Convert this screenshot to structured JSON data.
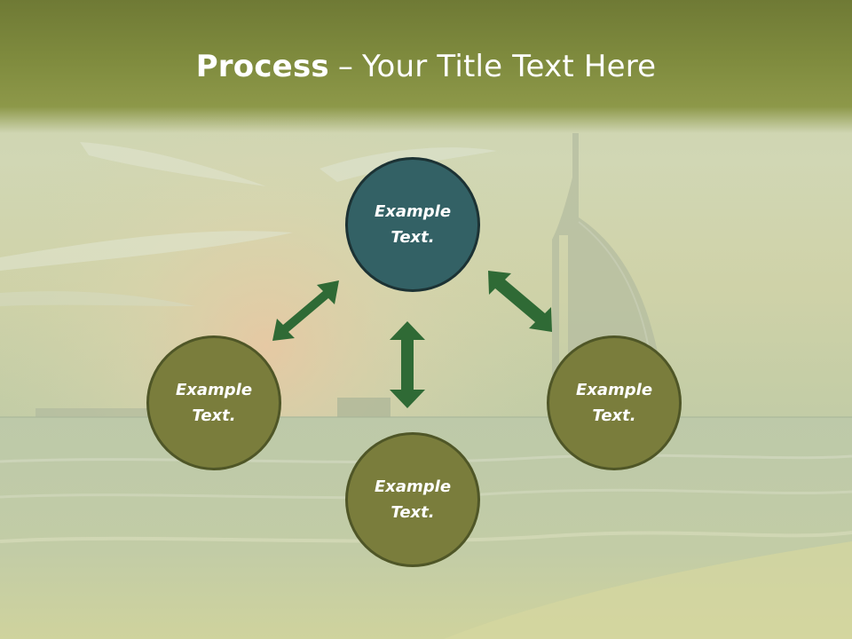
{
  "title": {
    "bold": "Process",
    "dash": "–",
    "rest": "Your Title Text Here"
  },
  "nodes": {
    "top": "Example\nText.",
    "left": "Example\nText.",
    "right": "Example\nText.",
    "bottom": "Example\nText."
  },
  "colors": {
    "header": "#7f8b3e",
    "node_fill": "#7a7d3c",
    "node_top_fill": "#336165",
    "arrow": "#2f6a35"
  }
}
